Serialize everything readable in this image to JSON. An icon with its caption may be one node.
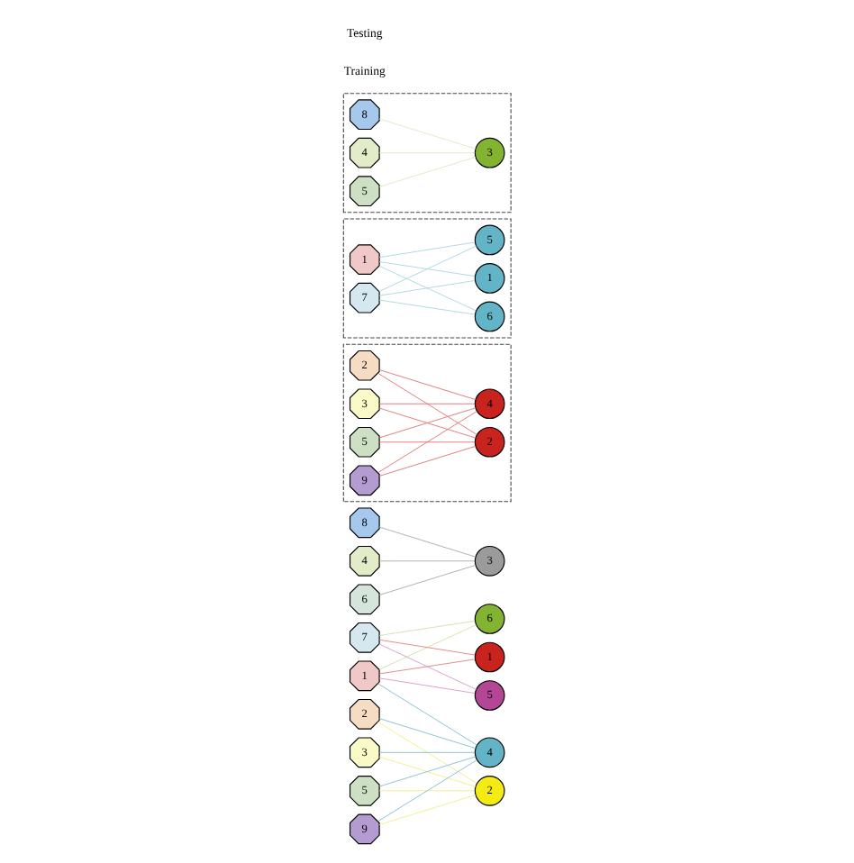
{
  "diagram": {
    "nodes": [
      {
        "text": [
          "1"
        ]
      },
      {
        "text": [
          "2"
        ]
      },
      {
        "text": [
          "3"
        ]
      },
      {
        "text": [
          "4"
        ]
      },
      {
        "text": [
          "5"
        ]
      },
      {
        "text": [
          "6"
        ]
      },
      {
        "text": [
          "7"
        ]
      },
      {
        "text": [
          "8"
        ]
      },
      {
        "text": [
          "9"
        ]
      },
      {
        "text": [
          "1"
        ]
      },
      {
        "text": [
          "2"
        ]
      },
      {
        "text": [
          "3"
        ]
      },
      {
        "text": [
          "4"
        ]
      },
      {
        "text": [
          "5"
        ]
      },
      {
        "text": [
          "6"
        ]
      },
      {
        "text": [],
        "shape": "box"
      },
      {
        "text": [
          "2"
        ],
        "in": 15
      },
      {
        "text": [
          "3"
        ],
        "in": 15
      },
      {
        "text": [
          "5"
        ],
        "in": 15
      },
      {
        "text": [
          "9"
        ],
        "in": 15
      },
      {
        "text": [
          "2"
        ],
        "in": 15
      },
      {
        "text": [
          "4"
        ],
        "in": 15
      },
      {
        "text": [],
        "shape": "box"
      },
      {
        "text": [
          "1"
        ],
        "in": 22
      },
      {
        "text": [
          "7"
        ],
        "in": 22
      },
      {
        "text": [
          "1"
        ],
        "in": 22
      },
      {
        "text": [
          "5"
        ],
        "in": 22
      },
      {
        "text": [
          "6"
        ],
        "in": 22
      },
      {
        "text": [],
        "shape": "box"
      },
      {
        "text": [
          "4"
        ],
        "in": 28
      },
      {
        "text": [
          "5"
        ],
        "in": 28
      },
      {
        "text": [
          "8"
        ],
        "in": 28
      },
      {
        "text": [
          "3"
        ],
        "in": 28
      }
    ],
    "edges": [
      {
        "from": 0,
        "to": 9,
        "arrow": "none",
        "color": "#e08080"
      },
      {
        "from": 0,
        "to": 12,
        "arrow": "none",
        "color": "#80bcd0"
      },
      {
        "from": 0,
        "to": 13,
        "arrow": "none",
        "color": "#d898c8"
      },
      {
        "from": 0,
        "to": 14,
        "arrow": "none",
        "color": "#d0e0a8"
      },
      {
        "from": 1,
        "to": 10,
        "arrow": "none",
        "color": "#f0f080"
      },
      {
        "from": 1,
        "to": 12,
        "arrow": "none",
        "color": "#80bcd0"
      },
      {
        "from": 2,
        "to": 10,
        "arrow": "none",
        "color": "#f0f080"
      },
      {
        "from": 2,
        "to": 12,
        "arrow": "none",
        "color": "#80bcd0"
      },
      {
        "from": 3,
        "to": 11,
        "arrow": "none",
        "color": "#a8a8a8"
      },
      {
        "from": 4,
        "to": 10,
        "arrow": "none",
        "color": "#f0f080"
      },
      {
        "from": 4,
        "to": 12,
        "arrow": "none",
        "color": "#80bcd0"
      },
      {
        "from": 5,
        "to": 11,
        "arrow": "none",
        "color": "#a8a8a8"
      },
      {
        "from": 6,
        "to": 9,
        "arrow": "none",
        "color": "#e08080"
      },
      {
        "from": 6,
        "to": 13,
        "arrow": "none",
        "color": "#d898c8"
      },
      {
        "from": 6,
        "to": 14,
        "arrow": "none",
        "color": "#d0e0a8"
      },
      {
        "from": 7,
        "to": 11,
        "arrow": "none",
        "color": "#a8a8a8"
      },
      {
        "from": 8,
        "to": 10,
        "arrow": "none",
        "color": "#f0f080"
      },
      {
        "from": 8,
        "to": 12,
        "arrow": "none",
        "color": "#80bcd0"
      },
      {
        "from": 16,
        "to": 20,
        "arrow": "none",
        "color": "#e07070"
      },
      {
        "from": 16,
        "to": 21,
        "arrow": "none",
        "color": "#e07070"
      },
      {
        "from": 17,
        "to": 20,
        "arrow": "none",
        "color": "#e07070"
      },
      {
        "from": 17,
        "to": 21,
        "arrow": "none",
        "color": "#e07070"
      },
      {
        "from": 18,
        "to": 20,
        "arrow": "none",
        "color": "#e07070"
      },
      {
        "from": 18,
        "to": 21,
        "arrow": "none",
        "color": "#e07070"
      },
      {
        "from": 19,
        "to": 20,
        "arrow": "none",
        "color": "#e07070"
      },
      {
        "from": 19,
        "to": 21,
        "arrow": "none",
        "color": "#e07070"
      },
      {
        "from": 23,
        "to": 25,
        "arrow": "none",
        "color": "#a8d4e0"
      },
      {
        "from": 23,
        "to": 26,
        "arrow": "none",
        "color": "#a8d4e0"
      },
      {
        "from": 23,
        "to": 27,
        "arrow": "none",
        "color": "#a8d4e0"
      },
      {
        "from": 24,
        "to": 25,
        "arrow": "none",
        "color": "#a8d4e0"
      },
      {
        "from": 24,
        "to": 26,
        "arrow": "none",
        "color": "#a8d4e0"
      },
      {
        "from": 24,
        "to": 27,
        "arrow": "none",
        "color": "#a8d4e0"
      },
      {
        "from": 29,
        "to": 32,
        "arrow": "none",
        "color": "#dfe8c0"
      },
      {
        "from": 30,
        "to": 32,
        "arrow": "none",
        "color": "#dfe8c0"
      },
      {
        "from": 31,
        "to": 32,
        "arrow": "none",
        "color": "#dfe8c0"
      }
    ],
    "labels": [
      "Training",
      "Testing"
    ]
  }
}
